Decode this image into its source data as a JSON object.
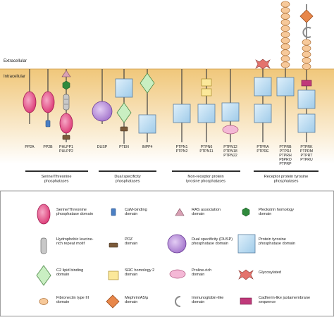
{
  "membrane": {
    "extracellular_label": "Extracellular",
    "intracellular_label": "Intracellular",
    "colors": {
      "band_top": "#f0c77a",
      "band_bottom": "#ffffff"
    }
  },
  "proteins": [
    {
      "id": "pp2a",
      "label_lines": [
        "PP2A"
      ]
    },
    {
      "id": "pp2b",
      "label_lines": [
        "PP2B"
      ]
    },
    {
      "id": "phlpp",
      "label_lines": [
        "PHLPP1",
        "PHLPP2"
      ]
    },
    {
      "id": "dusp",
      "label_lines": [
        "DUSP"
      ]
    },
    {
      "id": "pten",
      "label_lines": [
        "PTEN"
      ]
    },
    {
      "id": "inpp4",
      "label_lines": [
        "INPP4"
      ]
    },
    {
      "id": "ptpn1",
      "label_lines": [
        "PTPN1",
        "PTPN2"
      ]
    },
    {
      "id": "ptpn6",
      "label_lines": [
        "PTPN6",
        "PTPN11"
      ]
    },
    {
      "id": "ptpn12",
      "label_lines": [
        "PTPN12",
        "PTPN18",
        "PTPN22"
      ]
    },
    {
      "id": "ptpra",
      "label_lines": [
        "PTPRA",
        "PTPRE"
      ]
    },
    {
      "id": "ptprb",
      "label_lines": [
        "PTPRB",
        "PTPRJ",
        "PTPRH",
        "P8PRO",
        "PTPRP"
      ]
    },
    {
      "id": "ptprk",
      "label_lines": [
        "PTPRK",
        "PTPRM",
        "PTPRT",
        "PTPRU"
      ]
    }
  ],
  "groups": [
    {
      "label_lines": [
        "Serine/Threonine",
        "phosphatases"
      ]
    },
    {
      "label_lines": [
        "Dual specificity",
        "phosphatases"
      ]
    },
    {
      "label_lines": [
        "Non-receptor protein",
        "tyrosine phosphatases"
      ]
    },
    {
      "label_lines": [
        "Receptor protein tyrosine",
        "phosphatases"
      ]
    }
  ],
  "legend": [
    {
      "icon": "ser-thr-phosphatase-domain-icon",
      "label_lines": [
        "Serine/Threonine",
        "phosphatase domain"
      ]
    },
    {
      "icon": "cam-binding-domain-icon",
      "label_lines": [
        "CaM-binding",
        "domain"
      ]
    },
    {
      "icon": "ras-association-domain-icon",
      "label_lines": [
        "RAS association",
        "domain"
      ]
    },
    {
      "icon": "pleckstrin-homology-domain-icon",
      "label_lines": [
        "Pleckstrin homology",
        "domain"
      ]
    },
    {
      "icon": "leucine-rich-repeat-icon",
      "label_lines": [
        "Hydrophobic leucine-",
        "rich repeat motif"
      ]
    },
    {
      "icon": "pdz-domain-icon",
      "label_lines": [
        "PDZ",
        "domain"
      ]
    },
    {
      "icon": "dusp-phosphatase-domain-icon",
      "label_lines": [
        "Dual specificity (DUSP)",
        "phosphatase domain"
      ]
    },
    {
      "icon": "protein-tyrosine-phosphatase-domain-icon",
      "label_lines": [
        "Protein tyrosine",
        "phosphatase domain"
      ]
    },
    {
      "icon": "c2-lipid-binding-domain-icon",
      "label_lines": [
        "C2 lipid binding",
        "domain"
      ]
    },
    {
      "icon": "src-homology-2-domain-icon",
      "label_lines": [
        "SRC homology 2",
        "domain"
      ]
    },
    {
      "icon": "proline-rich-domain-icon",
      "label_lines": [
        "Proline-rich",
        "domain"
      ]
    },
    {
      "icon": "glycosylated-icon",
      "label_lines": [
        "Glycosylated"
      ]
    },
    {
      "icon": "fibronectin-type-iii-domain-icon",
      "label_lines": [
        "Fibronectin type III",
        "domain"
      ]
    },
    {
      "icon": "mephrin-a5-mu-domain-icon",
      "label_lines": [
        "Mephrin/A5/μ",
        "domain"
      ]
    },
    {
      "icon": "immunoglobin-like-domain-icon",
      "label_lines": [
        "Immunoglobin-like",
        "domain"
      ]
    },
    {
      "icon": "cadherin-like-juxtamembrane-icon",
      "label_lines": [
        "Cadherin-like juxtamembrane",
        "sequence"
      ]
    }
  ],
  "colors": {
    "ser_thr": "#e23d7a",
    "ptp_box": "#b9dcf2",
    "ptp_stroke": "#5b7fa0",
    "dusp": "#b68ad8",
    "c2": "#c9efc2",
    "sh2": "#fbe89a",
    "proline": "#f4b8d6",
    "fibronectin": "#f7c99a",
    "mam": "#e8874a",
    "glyco": "#e4736d",
    "cadherin": "#c0397a",
    "ph": "#2f8a3c",
    "pdz": "#7b5a3a",
    "stick": "#444444"
  }
}
